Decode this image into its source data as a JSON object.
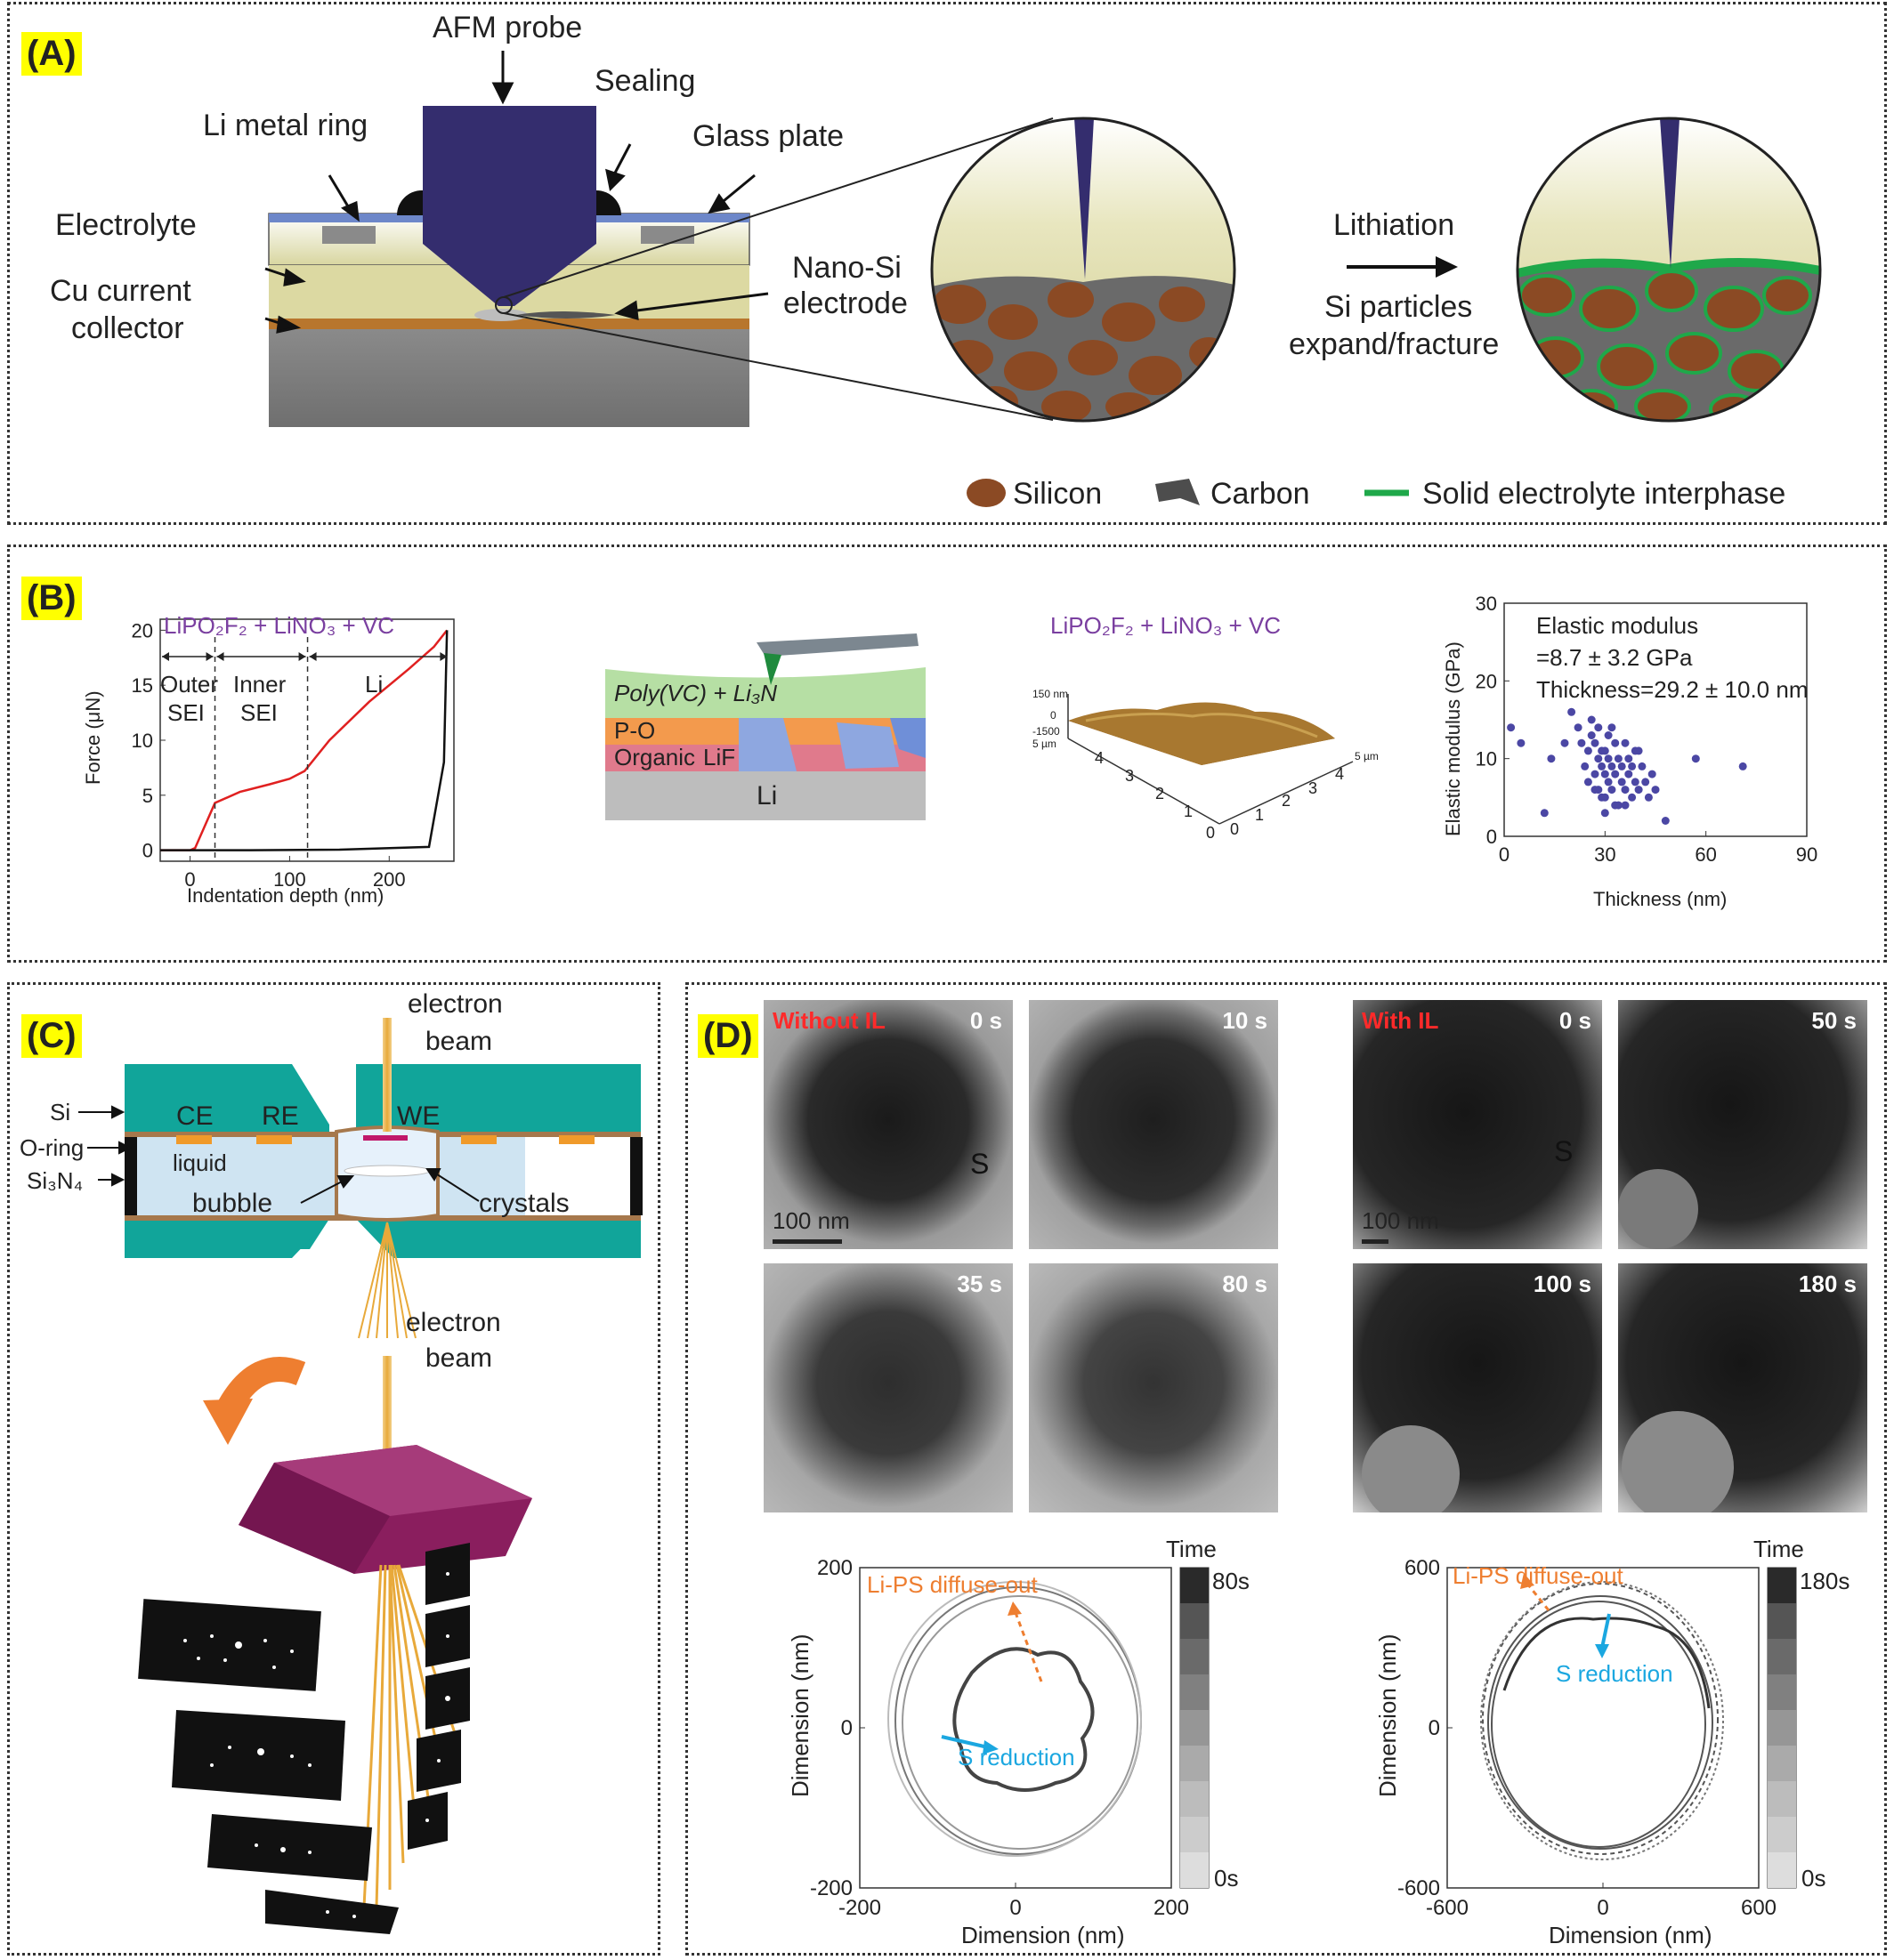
{
  "panels": {
    "A": {
      "label": "(A)",
      "afm_probe": "AFM probe",
      "sealing": "Sealing",
      "li_metal_ring": "Li metal ring",
      "glass_plate": "Glass plate",
      "electrolyte": "Electrolyte",
      "cu_current_1": "Cu current",
      "cu_current_2": "collector",
      "nano_si_1": "Nano-Si",
      "nano_si_2": "electrode",
      "lithiation": "Lithiation",
      "si_particles_1": "Si particles",
      "si_particles_2": "expand/fracture",
      "legend": {
        "silicon": "Silicon",
        "carbon": "Carbon",
        "sei": "Solid electrolyte interphase"
      },
      "colors": {
        "silicon": "#8b4a24",
        "carbon": "#555555",
        "sei": "#1fa84a",
        "probe": "#342d6e"
      }
    },
    "B": {
      "label": "(B)",
      "force_chart_title": "LiPO₂F₂ + LiNO₃ + VC",
      "outer_sei_1": "Outer",
      "outer_sei_2": "SEI",
      "inner_sei_1": "Inner",
      "inner_sei_2": "SEI",
      "li_region": "Li",
      "schematic": {
        "polyvc": "Poly(VC) + Li₃N",
        "po": "P-O",
        "organic": "Organic",
        "lif": "LiF",
        "li": "Li"
      },
      "afm_title": "LiPO₂F₂ + LiNO₃ + VC",
      "afm_axis": {
        "z_top": "150 nm",
        "z_mid": "0",
        "z_low": "-1500",
        "y_tick": "5 µm",
        "x_tick": "5 µm",
        "left_ticks": [
          "4",
          "3",
          "2",
          "1",
          "0"
        ],
        "right_ticks": [
          "4",
          "3",
          "2",
          "1",
          "0"
        ]
      },
      "modulus_text_1": "Elastic modulus",
      "modulus_text_2": "=8.7 ± 3.2 GPa",
      "modulus_text_3": "Thickness=29.2 ± 10.0 nm"
    },
    "C": {
      "label": "(C)",
      "electron_beam_1a": "electron",
      "electron_beam_1b": "beam",
      "electron_beam_2a": "electron",
      "electron_beam_2b": "beam",
      "si": "Si",
      "o_ring": "O-ring",
      "si3n4": "Si₃N₄",
      "ce": "CE",
      "re": "RE",
      "we": "WE",
      "liquid": "liquid",
      "bubble": "bubble",
      "crystals": "crystals"
    },
    "D": {
      "label": "(D)",
      "without_il": "Without IL",
      "with_il": "With IL",
      "s_marker": "S",
      "scale_bar": "100 nm",
      "frames_without": [
        "0 s",
        "10 s",
        "35 s",
        "80 s"
      ],
      "frames_with": [
        "0 s",
        "50 s",
        "100 s",
        "180 s"
      ],
      "colorbar_title": "Time",
      "colorbar_left": {
        "top": "80s",
        "bottom": "0s"
      },
      "colorbar_right": {
        "top": "180s",
        "bottom": "0s"
      },
      "annot_lips": "Li-PS diffuse-out",
      "annot_s": "S reduction"
    }
  },
  "chart_data": [
    {
      "type": "line",
      "panel": "B-force",
      "title": "LiPO₂F₂ + LiNO₃ + VC",
      "xlabel": "Indentation depth (nm)",
      "ylabel": "Force (μN)",
      "xlim": [
        -30,
        265
      ],
      "ylim": [
        -1,
        21
      ],
      "x_ticks": [
        0,
        100,
        200
      ],
      "y_ticks": [
        0,
        5,
        10,
        15,
        20
      ],
      "series": [
        {
          "color": "#e02020",
          "x": [
            -30,
            0,
            5,
            25,
            50,
            80,
            100,
            115,
            140,
            180,
            220,
            245,
            258
          ],
          "y": [
            0,
            0,
            0.2,
            4.3,
            5.3,
            6.0,
            6.5,
            7.2,
            10.0,
            13.5,
            16.5,
            18.5,
            20.0
          ]
        },
        {
          "color": "#111111",
          "x": [
            258,
            255,
            240,
            150,
            60,
            0,
            -30
          ],
          "y": [
            20.0,
            8.0,
            0.3,
            0.05,
            0.0,
            0.0,
            0.0
          ]
        }
      ],
      "region_dividers_x": [
        25,
        118
      ]
    },
    {
      "type": "scatter",
      "panel": "B-modulus",
      "xlabel": "Thickness (nm)",
      "ylabel": "Elastic modulus (GPa)",
      "xlim": [
        0,
        90
      ],
      "ylim": [
        0,
        30
      ],
      "x_ticks": [
        0,
        30,
        60,
        90
      ],
      "y_ticks": [
        0,
        10,
        20,
        30
      ],
      "color": "#4b47a4",
      "points": [
        [
          2,
          14
        ],
        [
          5,
          12
        ],
        [
          12,
          3
        ],
        [
          14,
          10
        ],
        [
          18,
          12
        ],
        [
          20,
          16
        ],
        [
          22,
          14
        ],
        [
          23,
          12
        ],
        [
          24,
          9
        ],
        [
          25,
          11
        ],
        [
          25,
          7
        ],
        [
          26,
          15
        ],
        [
          27,
          8
        ],
        [
          27,
          12
        ],
        [
          28,
          6
        ],
        [
          28,
          10
        ],
        [
          29,
          9
        ],
        [
          29,
          5
        ],
        [
          30,
          8
        ],
        [
          30,
          11
        ],
        [
          30,
          3
        ],
        [
          31,
          10
        ],
        [
          31,
          7
        ],
        [
          32,
          9
        ],
        [
          32,
          6
        ],
        [
          33,
          12
        ],
        [
          33,
          8
        ],
        [
          34,
          4
        ],
        [
          34,
          10
        ],
        [
          35,
          7
        ],
        [
          35,
          9
        ],
        [
          36,
          12
        ],
        [
          36,
          6
        ],
        [
          37,
          8
        ],
        [
          37,
          10
        ],
        [
          38,
          5
        ],
        [
          38,
          9
        ],
        [
          39,
          7
        ],
        [
          40,
          11
        ],
        [
          40,
          6
        ],
        [
          41,
          9
        ],
        [
          42,
          7
        ],
        [
          43,
          5
        ],
        [
          44,
          8
        ],
        [
          45,
          6
        ],
        [
          48,
          2
        ],
        [
          57,
          10
        ],
        [
          71,
          9
        ],
        [
          26,
          13
        ],
        [
          28,
          14
        ],
        [
          32,
          14
        ],
        [
          30,
          5
        ],
        [
          33,
          4
        ],
        [
          29,
          11
        ],
        [
          31,
          13
        ],
        [
          36,
          4
        ],
        [
          39,
          11
        ],
        [
          27,
          6
        ]
      ]
    },
    {
      "type": "line",
      "panel": "D-without",
      "xlabel": "Dimension (nm)",
      "ylabel": "Dimension (nm)",
      "xlim": [
        -200,
        200
      ],
      "ylim": [
        -200,
        200
      ],
      "x_ticks": [
        -200,
        0,
        200
      ],
      "y_ticks": [
        -200,
        0,
        200
      ]
    },
    {
      "type": "line",
      "panel": "D-with",
      "xlabel": "Dimension (nm)",
      "ylabel": "Dimension (nm)",
      "xlim": [
        -600,
        600
      ],
      "ylim": [
        -600,
        600
      ],
      "x_ticks": [
        -600,
        0,
        600
      ],
      "y_ticks": [
        -600,
        0,
        600
      ]
    }
  ]
}
